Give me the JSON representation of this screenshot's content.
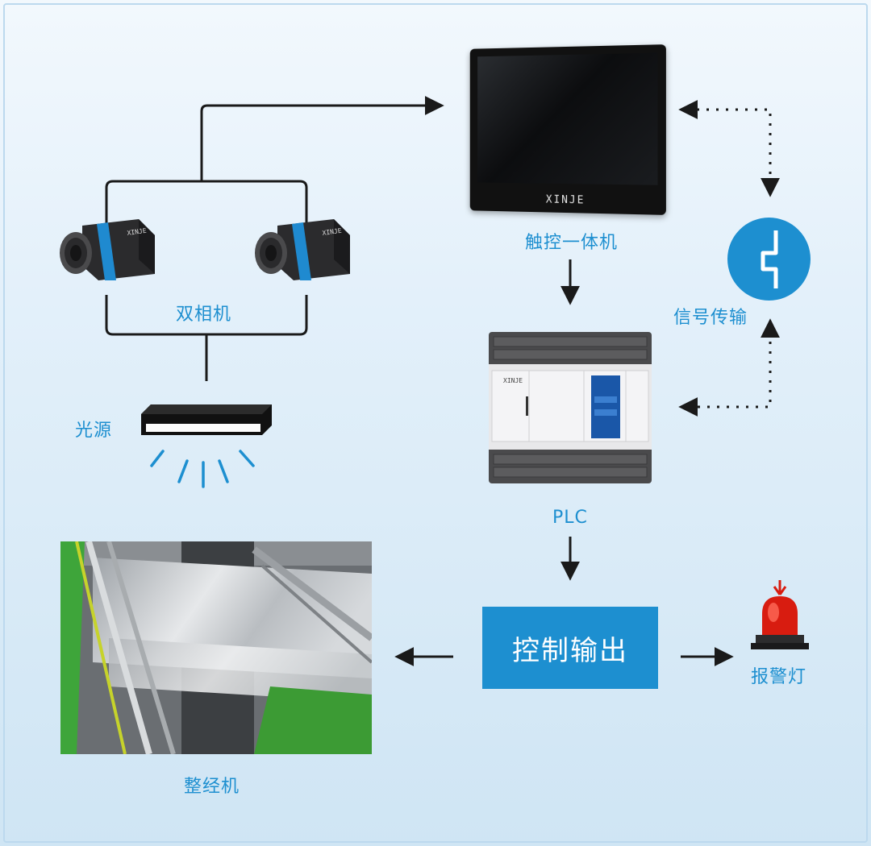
{
  "labels": {
    "dual_camera": "双相机",
    "light_source": "光源",
    "touch_panel": "触控一体机",
    "signal_transmission": "信号传输",
    "plc": "PLC",
    "control_output": "控制输出",
    "alarm_lamp": "报警灯",
    "warping_machine": "整经机"
  },
  "brand": "XINJE",
  "colors": {
    "accent": "#1d8fd0",
    "background": "#e3f0fa",
    "line": "#1a1a1a",
    "alarm_red": "#d81c10"
  },
  "icons": {
    "camera": "industrial-camera-icon",
    "light": "light-source-icon",
    "monitor": "touch-panel-icon",
    "plc": "plc-module-icon",
    "signal": "signal-transmission-icon",
    "alarm": "alarm-lamp-icon"
  }
}
